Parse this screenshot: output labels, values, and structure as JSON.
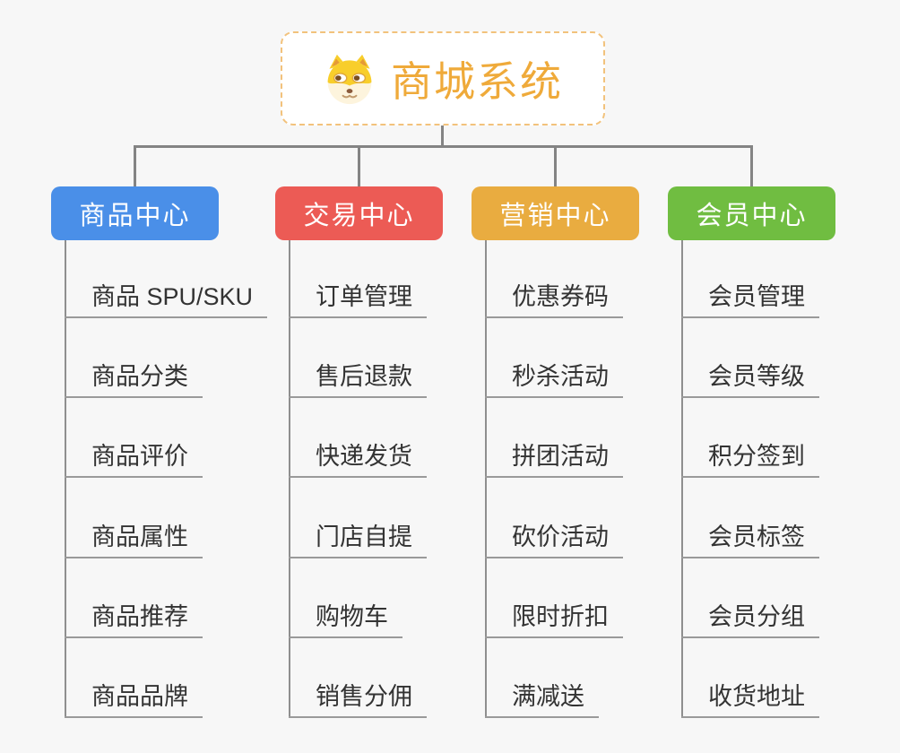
{
  "root": {
    "title": "商城系统",
    "icon": "shiba-dog-icon",
    "accent_color": "#efaa3a",
    "border_color": "#f2c27c"
  },
  "branches": [
    {
      "label": "商品中心",
      "color": "#4a8fe8",
      "items": [
        "商品 SPU/SKU",
        "商品分类",
        "商品评价",
        "商品属性",
        "商品推荐",
        "商品品牌"
      ]
    },
    {
      "label": "交易中心",
      "color": "#ec5b55",
      "items": [
        "订单管理",
        "售后退款",
        "快递发货",
        "门店自提",
        "购物车",
        "销售分佣"
      ]
    },
    {
      "label": "营销中心",
      "color": "#e9ac40",
      "items": [
        "优惠券码",
        "秒杀活动",
        "拼团活动",
        "砍价活动",
        "限时折扣",
        "满减送"
      ]
    },
    {
      "label": "会员中心",
      "color": "#70bd41",
      "items": [
        "会员管理",
        "会员等级",
        "积分签到",
        "会员标签",
        "会员分组",
        "收货地址"
      ]
    }
  ],
  "colors": {
    "background": "#f7f7f7",
    "connector": "#848484",
    "branch_line": "#8f8f8f",
    "leaf_underline": "#9a9a9a",
    "leaf_text": "#333333"
  }
}
